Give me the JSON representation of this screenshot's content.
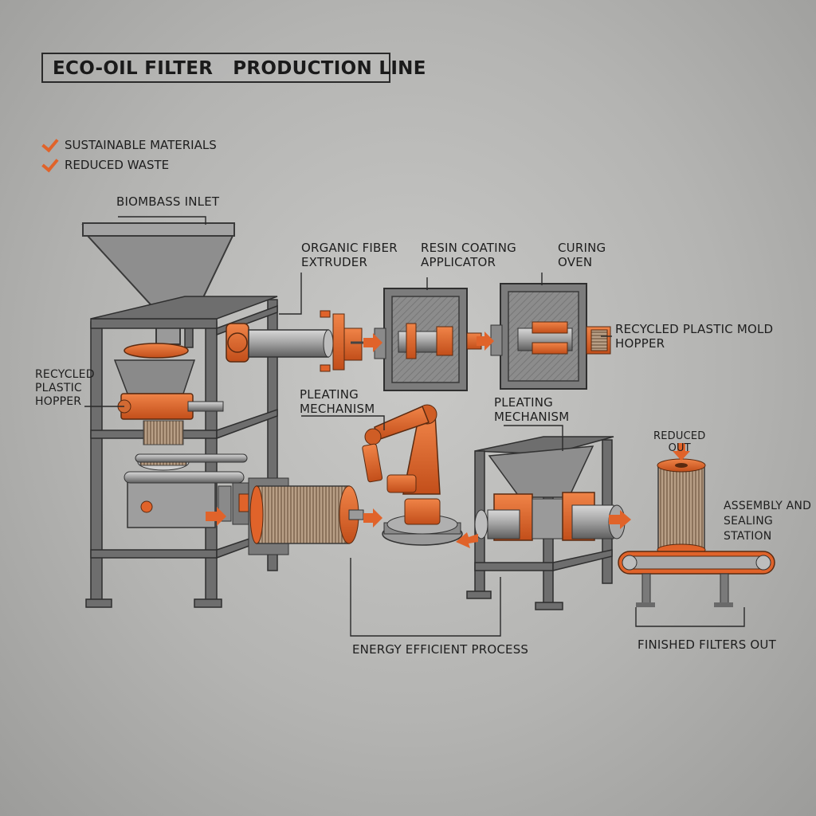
{
  "header": {
    "title": "ECO-OIL FILTER   PRODUCTION LINE"
  },
  "highlights": [
    {
      "label": "SUSTAINABLE MATERIALS"
    },
    {
      "label": "REDUCED WASTE"
    }
  ],
  "stations": {
    "biomass_inlet": "BIOMBASS INLET",
    "recycled_plastic_hopper": "RECYCLED\nPLASTIC\nHOPPER",
    "organic_fiber_extruder": "ORGANIC FIBER\nEXTRUDER",
    "resin_coating_applicator": "RESIN COATING\nAPPLICATOR",
    "curing_oven": "CURING\nOVEN",
    "recycled_plastic_mold_hopper": "RECYCLED PLASTIC MOLD\nHOPPER",
    "pleating_mechanism_left": "PLEATING\nMECHANISM",
    "pleating_mechanism_right": "PLEATING\nMECHANISM",
    "reduced_out": "REDUCED\nOUT",
    "assembly_station": "ASSEMBLY AND\nSEALING STATION",
    "energy_efficient": "ENERGY EFFICIENT PROCESS",
    "finished_filters": "FINISHED FILTERS OUT"
  },
  "colors": {
    "accent_orange": "#e0632a",
    "steel_gray": "#7d7d7d",
    "frame_dark": "#555555",
    "line_dark": "#2a2a2a"
  }
}
